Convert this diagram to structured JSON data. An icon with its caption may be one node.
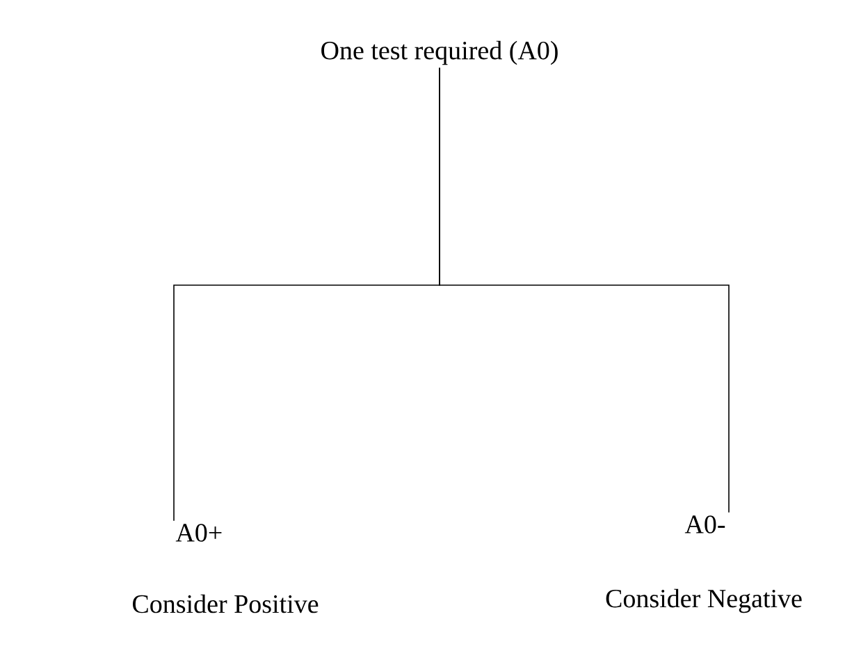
{
  "diagram": {
    "nodes": [
      {
        "text": [
          "One test required (A0)"
        ]
      },
      {
        "text": [
          "A0+"
        ],
        "beside": [
          "Consider Positive"
        ]
      },
      {
        "text": [
          "A0-"
        ],
        "beside": [
          "Consider Negative"
        ]
      }
    ],
    "edges": [
      {
        "from": 0,
        "to": 1,
        "arrow": "none"
      },
      {
        "from": 0,
        "to": 2,
        "arrow": "none"
      }
    ]
  }
}
